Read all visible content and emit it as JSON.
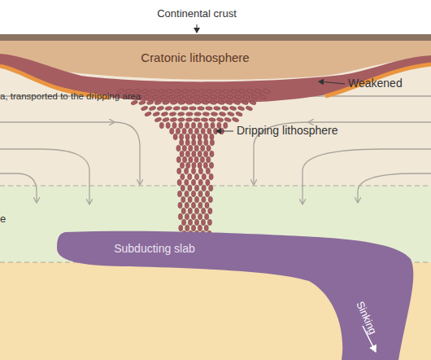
{
  "diagram": {
    "nodes": [
      {
        "text": [
          "Cratonic lithosphere"
        ]
      },
      {
        "text": [
          "Subducting slab",
          "Sinking"
        ]
      }
    ],
    "labels": [
      "Continental crust",
      "Weakened",
      "a, transported to the dripping area",
      "Dripping lithosphere",
      "e"
    ]
  }
}
